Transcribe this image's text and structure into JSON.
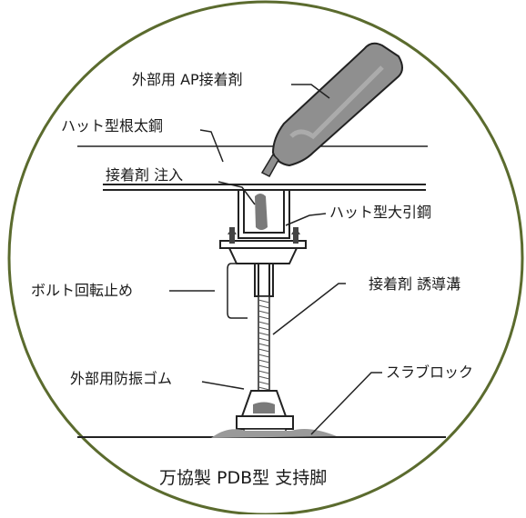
{
  "labels": {
    "adhesive_ap": "外部用 AP接着剤",
    "hat_joist": "ハット型根太鋼",
    "adhesive_inject": "接着剤 注入",
    "hat_beam": "ハット型大引鋼",
    "bolt_stop": "ボルト回転止め",
    "adhesive_groove": "接着剤 誘導溝",
    "rubber": "外部用防振ゴム",
    "slab": "スラブロック"
  },
  "caption": "万協製 PDB型 支持脚",
  "colors": {
    "circle": "#5b6b2e",
    "line": "#222222",
    "tube": "#8a8a8a",
    "adhesive": "#6f6f6f",
    "slab": "#9a9a9a"
  }
}
